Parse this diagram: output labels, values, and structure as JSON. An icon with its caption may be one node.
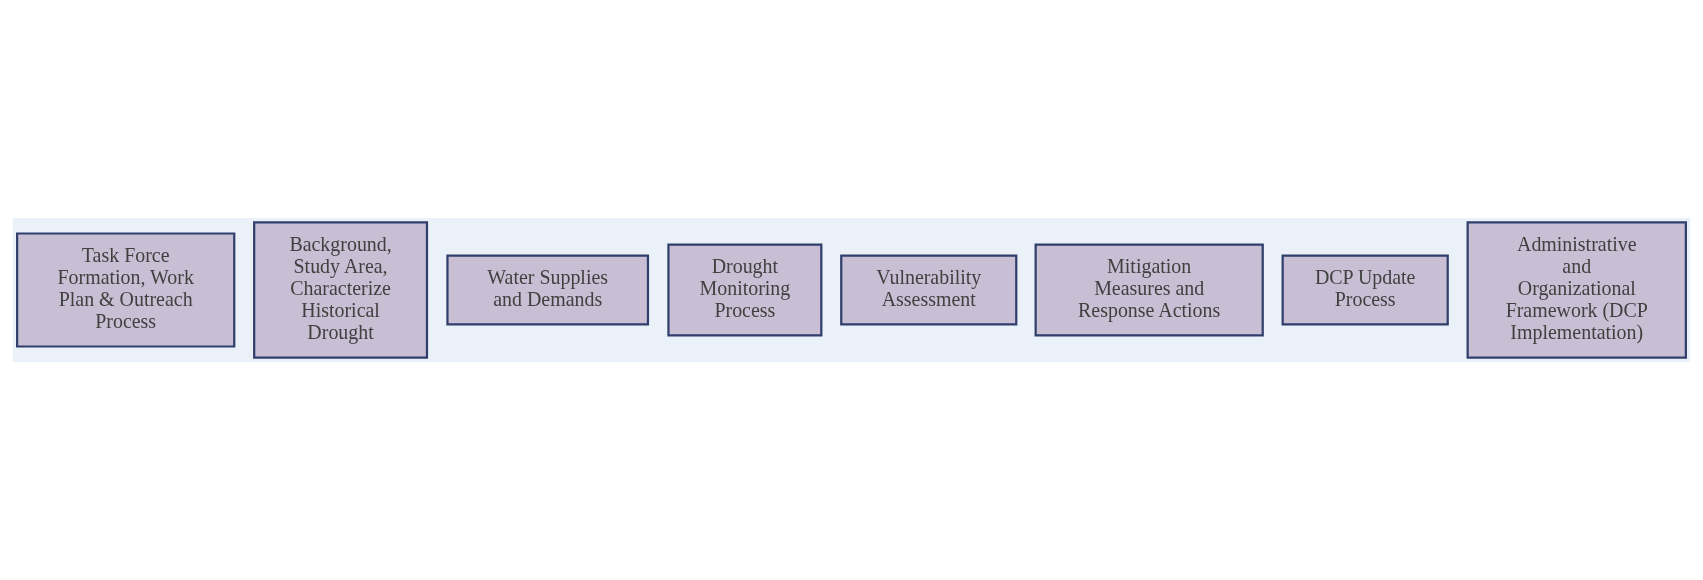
{
  "diagram": {
    "nodes": [
      {
        "text": [
          "Task Force Formation, Work Plan & Outreach Process"
        ]
      },
      {
        "text": [
          "Background, Study Area, Characterize Historical Drought"
        ]
      },
      {
        "text": [
          "Water Supplies and Demands"
        ]
      },
      {
        "text": [
          "Drought Monitoring Process"
        ]
      },
      {
        "text": [
          "Vulnerability Assessment"
        ]
      },
      {
        "text": [
          "Mitigation Measures and Response Actions"
        ]
      },
      {
        "text": [
          "DCP Update Process"
        ]
      },
      {
        "text": [
          "Administrative and Organizational Framework (DCP Implementation)"
        ]
      }
    ]
  }
}
